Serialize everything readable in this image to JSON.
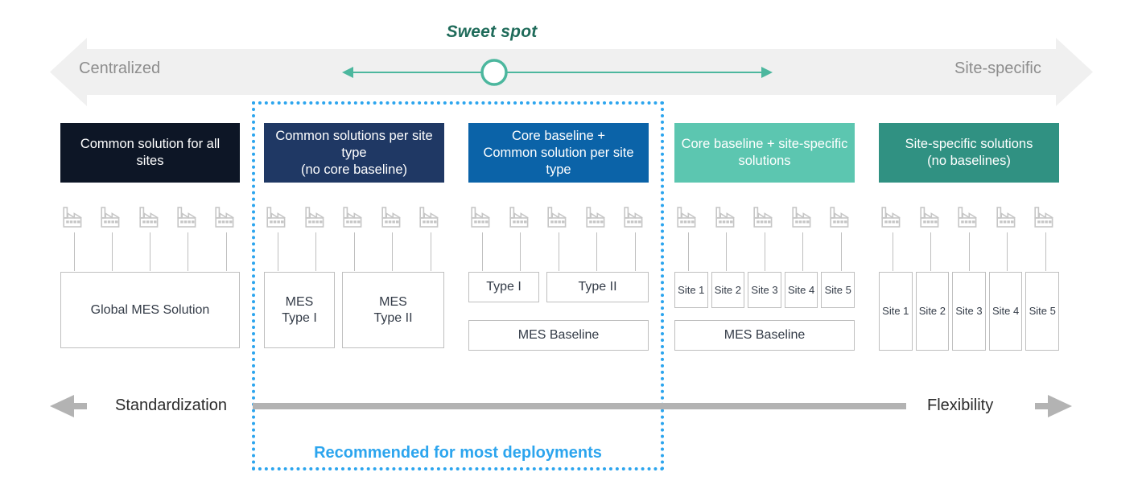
{
  "spectrum": {
    "sweet_spot_label": "Sweet spot",
    "left_label": "Centralized",
    "right_label": "Site-specific",
    "accent_color": "#4cb79e"
  },
  "recommendation": {
    "text": "Recommended for most deployments",
    "frame_color": "#2ca5ee"
  },
  "axis": {
    "left_label": "Standardization",
    "right_label": "Flexibility",
    "bar_color": "#b3b3b3"
  },
  "columns": [
    {
      "id": "common-solution-all-sites",
      "header": "Common solution for all sites",
      "header_color": "#0d1626",
      "factories": [
        "factory-icon",
        "factory-icon",
        "factory-icon",
        "factory-icon",
        "factory-icon"
      ],
      "solution_boxes": [
        "Global MES Solution"
      ],
      "baseline": null,
      "site_boxes": []
    },
    {
      "id": "common-solutions-per-site-type",
      "header": "Common solutions per site type\n(no core baseline)",
      "header_color": "#1f3864",
      "factories": [
        "factory-icon",
        "factory-icon",
        "factory-icon",
        "factory-icon",
        "factory-icon"
      ],
      "solution_boxes": [
        "MES\nType I",
        "MES\nType II"
      ],
      "baseline": null,
      "site_boxes": []
    },
    {
      "id": "core-baseline-plus-common-per-site-type",
      "header": "Core baseline +\nCommon solution per site type",
      "header_color": "#0b63a8",
      "factories": [
        "factory-icon",
        "factory-icon",
        "factory-icon",
        "factory-icon",
        "factory-icon"
      ],
      "solution_boxes": [
        "Type I",
        "Type II"
      ],
      "baseline": "MES Baseline",
      "site_boxes": []
    },
    {
      "id": "core-baseline-plus-site-specific",
      "header": "Core baseline + site-specific solutions",
      "header_color": "#5cc6b0",
      "factories": [
        "factory-icon",
        "factory-icon",
        "factory-icon",
        "factory-icon",
        "factory-icon"
      ],
      "solution_boxes": [],
      "baseline": "MES Baseline",
      "site_boxes": [
        "Site 1",
        "Site 2",
        "Site 3",
        "Site 4",
        "Site 5"
      ]
    },
    {
      "id": "site-specific-solutions",
      "header": "Site-specific solutions\n(no baselines)",
      "header_color": "#309182",
      "factories": [
        "factory-icon",
        "factory-icon",
        "factory-icon",
        "factory-icon",
        "factory-icon"
      ],
      "solution_boxes": [],
      "baseline": null,
      "site_boxes": [
        "Site 1",
        "Site 2",
        "Site 3",
        "Site 4",
        "Site 5"
      ]
    }
  ]
}
